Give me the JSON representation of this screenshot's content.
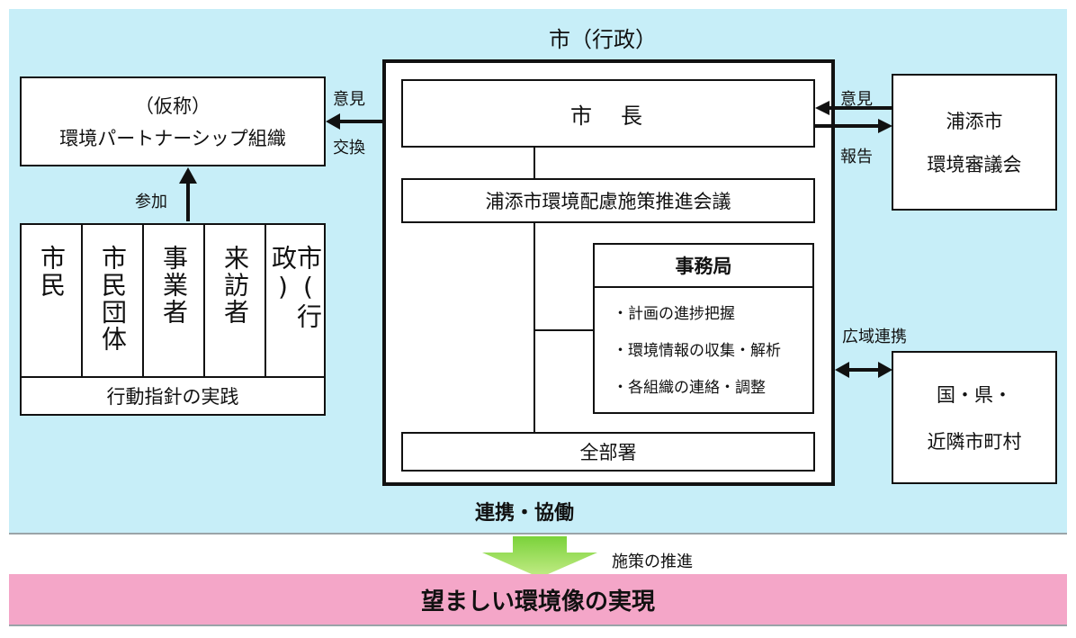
{
  "header": {
    "city_admin": "市（行政）"
  },
  "partnership": {
    "line1": "（仮称）",
    "line2": "環境パートナーシップ組織"
  },
  "participants": {
    "columns": [
      "市民",
      "市民団体",
      "事業者",
      "来訪者",
      "市(行政)"
    ],
    "footer": "行動指針の実践"
  },
  "labels": {
    "participation": "参加",
    "opinion_left": "意見",
    "exchange": "交換",
    "opinion_right": "意見",
    "report": "報告",
    "regional": "広域連携",
    "collaboration": "連携・協働",
    "promotion": "施策の推進"
  },
  "city": {
    "mayor": "市　長",
    "council": "浦添市環境配慮施策推進会議",
    "secretariat": {
      "title": "事務局",
      "items": [
        "・計画の進捗把握",
        "・環境情報の収集・解析",
        "・各組織の連絡・調整"
      ]
    },
    "all_departments": "全部署"
  },
  "env_council": {
    "line1": "浦添市",
    "line2": "環境審議会"
  },
  "government": {
    "line1": "国・県・",
    "line2": "近隣市町村"
  },
  "goal": "望ましい環境像の実現"
}
